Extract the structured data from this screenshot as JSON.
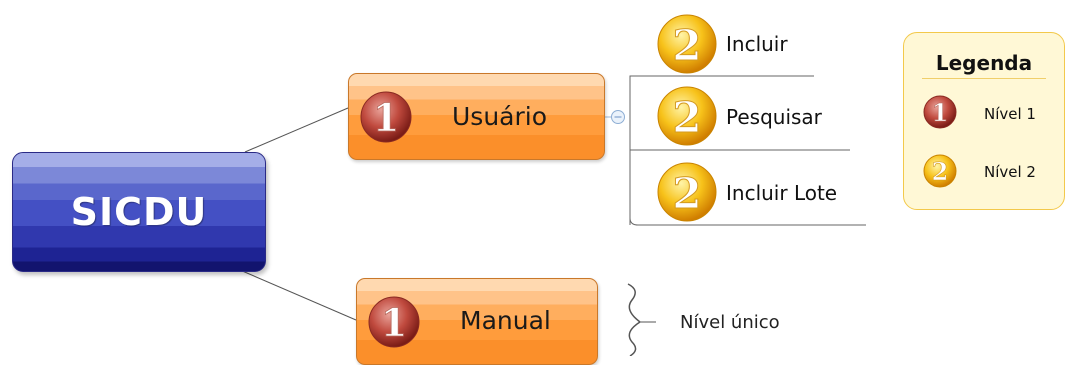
{
  "root": {
    "label": "SICDU"
  },
  "branches": [
    {
      "label": "Usuário",
      "level": "1",
      "children": [
        {
          "label": "Incluir",
          "level": "2"
        },
        {
          "label": "Pesquisar",
          "level": "2"
        },
        {
          "label": "Incluir Lote",
          "level": "2"
        }
      ]
    },
    {
      "label": "Manual",
      "level": "1",
      "note": "Nível único"
    }
  ],
  "legend": {
    "title": "Legenda",
    "items": [
      {
        "level": "1",
        "label": "Nível 1"
      },
      {
        "level": "2",
        "label": "Nível 2"
      }
    ]
  },
  "colors": {
    "root_blue": "#3038ae",
    "level1_orange": "#ff9c3c",
    "level1_badge_red": "#b0302a",
    "level2_badge_yellow": "#f5b400",
    "legend_bg": "#fff8d6"
  }
}
